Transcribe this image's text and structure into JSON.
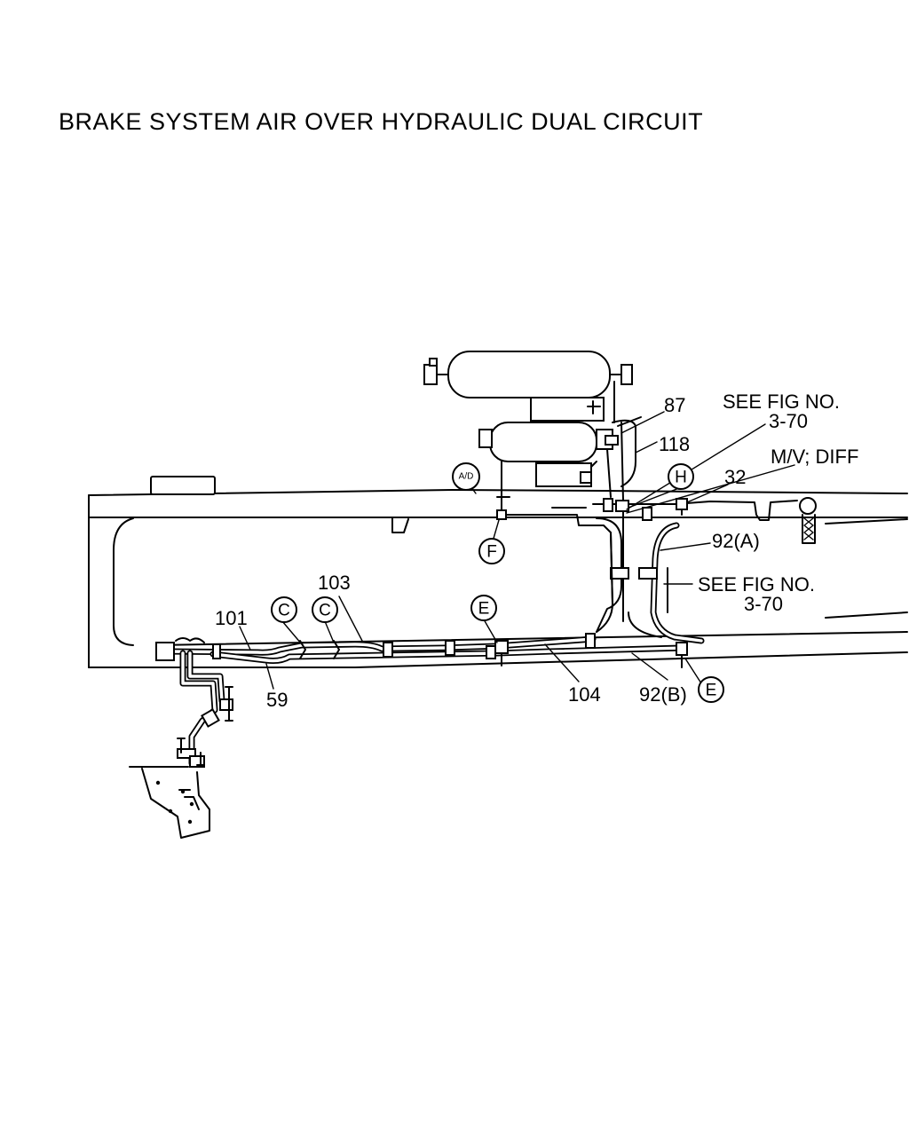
{
  "title": "BRAKE SYSTEM AIR OVER HYDRAULIC DUAL CIRCUIT",
  "callouts": {
    "p87": "87",
    "p118": "118",
    "p32": "32",
    "p92a": "92(A)",
    "p92b": "92(B)",
    "p101": "101",
    "p103": "103",
    "p59": "59",
    "p104": "104",
    "see_fig_1_line1": "SEE FIG NO.",
    "see_fig_1_line2": "3-70",
    "see_fig_2_line1": "SEE FIG NO.",
    "see_fig_2_line2": "3-70",
    "mv_diff": "M/V; DIFF"
  },
  "circled": {
    "ad": "A/D",
    "f": "F",
    "h": "H",
    "c1": "C",
    "c2": "C",
    "e1": "E",
    "e2": "E"
  }
}
